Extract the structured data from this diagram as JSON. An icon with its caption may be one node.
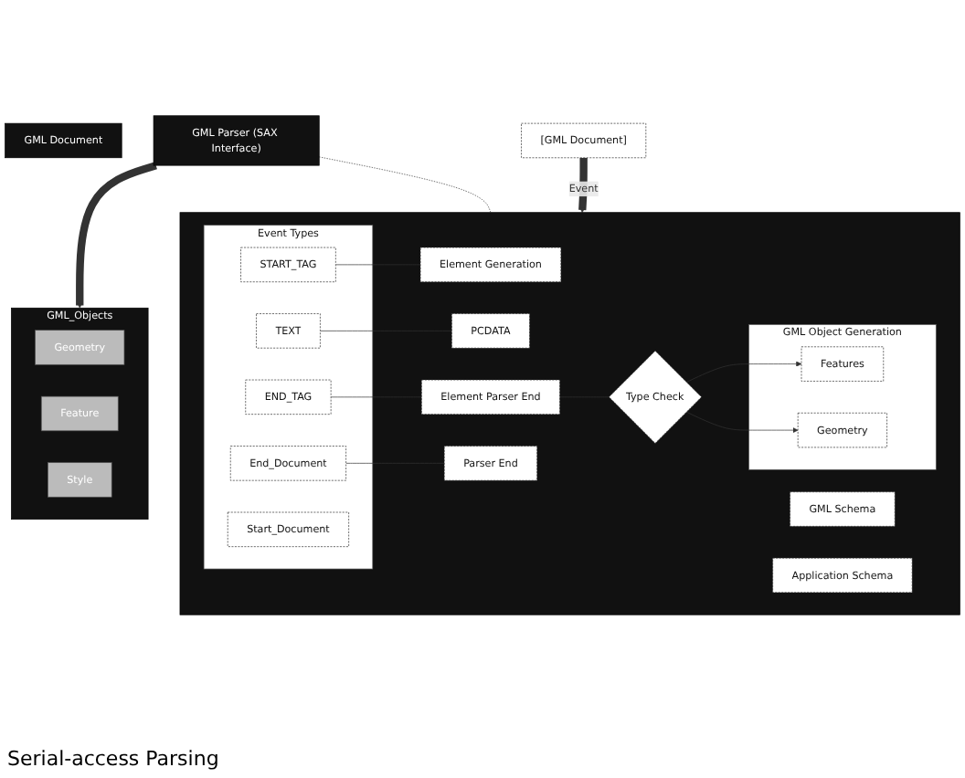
{
  "diagram": {
    "nodes": [
      {
        "text": [
          "GML Document"
        ]
      },
      {
        "text": [
          "GML Parser (SAX Interface)"
        ]
      },
      {
        "text": [
          "GML_Objects"
        ]
      },
      {
        "text": [
          "Geometry"
        ],
        "in": 2
      },
      {
        "text": [
          "Feature"
        ],
        "in": 2
      },
      {
        "text": [
          "Style"
        ],
        "in": 2
      },
      {
        "text": [
          "[GML Document]"
        ]
      },
      {
        "text": [],
        "shape": "box"
      },
      {
        "text": [
          "Event Types"
        ],
        "in": 7
      },
      {
        "text": [
          "Start_Document"
        ],
        "in": 8
      },
      {
        "text": [
          "START_TAG"
        ],
        "in": 8
      },
      {
        "text": [
          "TEXT"
        ],
        "in": 8
      },
      {
        "text": [
          "END_TAG"
        ],
        "in": 8
      },
      {
        "text": [
          "End_Document"
        ],
        "in": 8
      },
      {
        "text": [
          "GML Schema"
        ],
        "in": 7
      },
      {
        "text": [
          "Application Schema"
        ],
        "in": 7
      },
      {
        "text": [
          "Element Generation"
        ],
        "in": 7
      },
      {
        "text": [
          "PCDATA"
        ],
        "in": 7
      },
      {
        "text": [
          "Element Parser End"
        ],
        "in": 7
      },
      {
        "text": [
          "Parser End"
        ],
        "in": 7
      },
      {
        "text": [
          "Type Check"
        ],
        "in": 7
      },
      {
        "text": [
          "GML Object Generation"
        ],
        "in": 7
      },
      {
        "text": [
          "Features"
        ],
        "in": 21
      },
      {
        "text": [
          "Geometry"
        ],
        "in": 21
      }
    ],
    "edges": [
      {
        "from": 1,
        "to": 2,
        "arrow": "to",
        "style": "thick"
      },
      {
        "from": 1,
        "to": 7,
        "arrow": "none",
        "style": "dashed"
      },
      {
        "from": 6,
        "to": 7,
        "arrow": "to",
        "label": "Event",
        "style": "thick"
      },
      {
        "from": 10,
        "to": 16,
        "arrow": "none"
      },
      {
        "from": 11,
        "to": 17,
        "arrow": "none"
      },
      {
        "from": 12,
        "to": 18,
        "arrow": "none"
      },
      {
        "from": 13,
        "to": 19,
        "arrow": "none"
      },
      {
        "from": 18,
        "to": 20,
        "arrow": "none"
      },
      {
        "from": 20,
        "to": 22,
        "arrow": "to"
      },
      {
        "from": 20,
        "to": 23,
        "arrow": "to"
      }
    ],
    "labels": [
      "Serial-access Parsing"
    ]
  }
}
